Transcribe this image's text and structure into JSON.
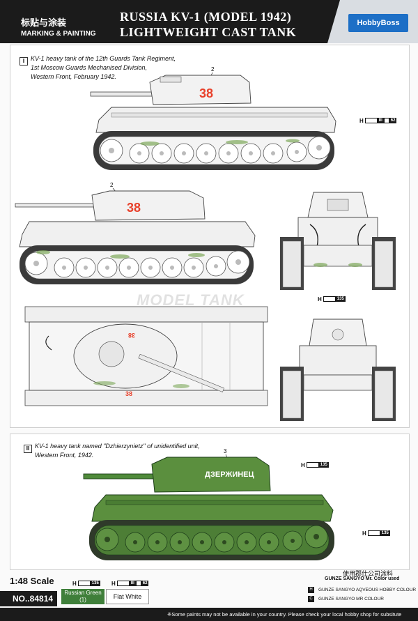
{
  "header": {
    "title_cn": "标贴与涂装",
    "title_en": "MARKING & PAINTING",
    "model_line1": "RUSSIA KV-1 (MODEL 1942)",
    "model_line2": "LIGHTWEIGHT CAST TANK",
    "brand": "HobbyBoss"
  },
  "section1": {
    "number": "I",
    "caption_line1": "KV-1  heavy tank of the 12th Guards Tank Regiment,",
    "caption_line2": "1st Moscow Guards Mechanised Division,",
    "caption_line3": "Western Front, February 1942.",
    "decal_number": "2",
    "turret_marking": "38",
    "marker_h_label": "H",
    "marker_h_num_a": "III",
    "marker_h_num_b": "62",
    "marker_h2_num": "135"
  },
  "section2": {
    "number": "II",
    "caption_line1": "KV-1  heavy tank named \"Dzhierzynietz\" of unidentified unit,",
    "caption_line2": "Western Front, 1942.",
    "decal_number": "3",
    "turret_slogan": "ДЗЕРЖИНЕЦ",
    "marker_h_label": "H",
    "marker_h_num": "135"
  },
  "footer": {
    "scale": "1:48 Scale",
    "part_no": "NO..84814",
    "color1_name": "Russian Green",
    "color1_code": "(1)",
    "color2_name": "Flat White",
    "legend_h_label": "H",
    "legend_h_num": "135",
    "legend_h2_num_a": "III",
    "legend_h2_num_b": "62",
    "gunze_cn": "使用郡仕公司涂料",
    "gunze_en": "GUNZE SANGYO Mr. Color used",
    "legend_row1_sw": "H",
    "legend_row1": "GUNZE SANGYO AQVEOUS HOBBY COLOUR",
    "legend_row2_sw": "C",
    "legend_row2": "GUNZE SANGYO MR COLOUR",
    "bottom_note": "※Some paints may not be available in your country. Please check your local hobby shop for subsitute"
  },
  "colors": {
    "russian_green": "#3f7f3a",
    "flat_white": "#ffffff",
    "marking_red": "#e8402a",
    "header_dark": "#1b1b1b",
    "brand_blue": "#1d6fc6"
  }
}
